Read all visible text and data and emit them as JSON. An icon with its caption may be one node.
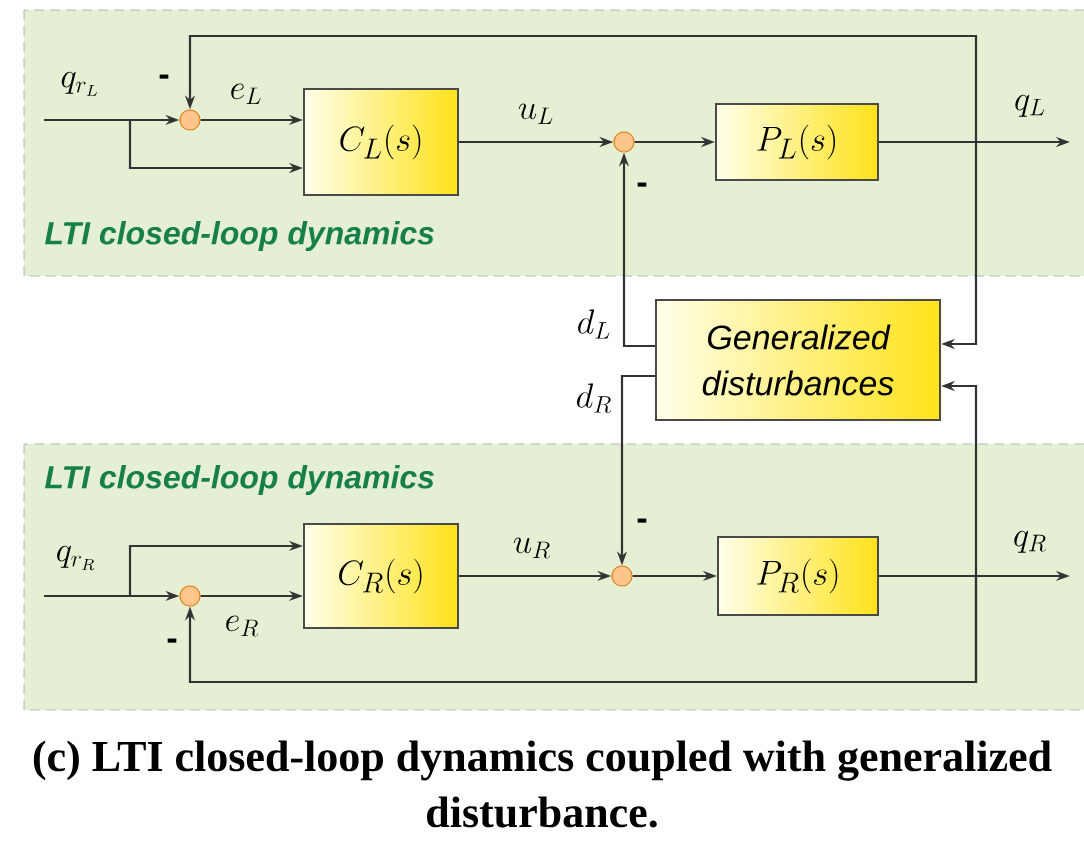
{
  "diagram": {
    "caption": "(c) LTI closed-loop dynamics coupled with generalized disturbance.",
    "nodes": [
      {
        "text": [
          "LTI closed-loop dynamics"
        ]
      },
      {
        "text": [
          "C_L(s)"
        ],
        "in": 0
      },
      {
        "text": [
          "P_L(s)"
        ],
        "in": 0
      },
      {
        "text": [],
        "shape": "circle",
        "in": 0
      },
      {
        "text": [],
        "shape": "circle",
        "in": 0
      },
      {
        "text": [
          "Generalized disturbances"
        ]
      },
      {
        "text": [
          "LTI closed-loop dynamics"
        ]
      },
      {
        "text": [
          "C_R(s)"
        ],
        "in": 6
      },
      {
        "text": [
          "P_R(s)"
        ],
        "in": 6
      },
      {
        "text": [],
        "shape": "circle",
        "in": 6
      },
      {
        "text": [],
        "shape": "circle",
        "in": 6
      }
    ],
    "edges": [
      {
        "from": null,
        "to": 3,
        "arrow": "to",
        "label": "q_{r_L}"
      },
      {
        "from": null,
        "to": 1,
        "arrow": "to"
      },
      {
        "from": 3,
        "to": 1,
        "arrow": "to",
        "label": "e_L"
      },
      {
        "from": 1,
        "to": 4,
        "arrow": "to",
        "label": "u_L"
      },
      {
        "from": 4,
        "to": 2,
        "arrow": "to"
      },
      {
        "from": 2,
        "to": null,
        "arrow": "to",
        "label": "q_L"
      },
      {
        "from": 2,
        "to": 3,
        "arrow": "to"
      },
      {
        "from": 2,
        "to": 5,
        "arrow": "to"
      },
      {
        "from": 5,
        "to": 4,
        "arrow": "to",
        "label": "d_L"
      },
      {
        "from": 5,
        "to": 10,
        "arrow": "to",
        "label": "d_R"
      },
      {
        "from": null,
        "to": 9,
        "arrow": "to",
        "label": "q_{r_R}"
      },
      {
        "from": null,
        "to": 7,
        "arrow": "to"
      },
      {
        "from": 9,
        "to": 7,
        "arrow": "to",
        "label": "e_R"
      },
      {
        "from": 7,
        "to": 10,
        "arrow": "to",
        "label": "u_R"
      },
      {
        "from": 10,
        "to": 8,
        "arrow": "to"
      },
      {
        "from": 8,
        "to": null,
        "arrow": "to",
        "label": "q_R"
      },
      {
        "from": 8,
        "to": 9,
        "arrow": "to"
      },
      {
        "from": 8,
        "to": 5,
        "arrow": "to"
      }
    ],
    "labels": [
      "-",
      "-",
      "-",
      "-"
    ]
  }
}
